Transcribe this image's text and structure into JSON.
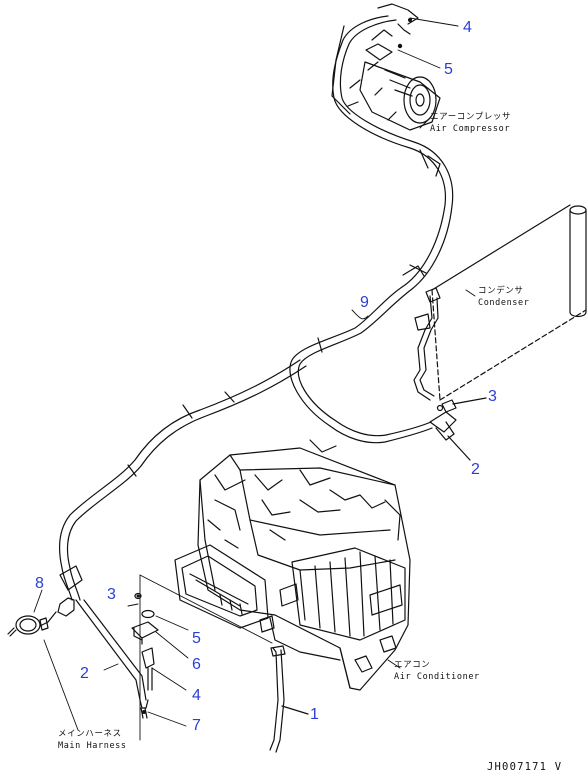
{
  "callouts": {
    "c1": "1",
    "c2_bottom": "2",
    "c2_right": "2",
    "c3_left": "3",
    "c3_right": "3",
    "c4_top": "4",
    "c4_bottom": "4",
    "c5_top": "5",
    "c5_bottom": "5",
    "c6": "6",
    "c7": "7",
    "c8": "8",
    "c9": "9"
  },
  "labels": {
    "air_compressor_jp": "エアーコンプレッサ",
    "air_compressor_en": "Air Compressor",
    "condenser_jp": "コンデンサ",
    "condenser_en": "Condenser",
    "air_conditioner_jp": "エアコン",
    "air_conditioner_en": "Air Conditioner",
    "main_harness_jp": "メインハーネス",
    "main_harness_en": "Main Harness"
  },
  "drawing_code": "JH007171 V",
  "colors": {
    "callout": "#2b3fd6",
    "line": "#111111"
  }
}
